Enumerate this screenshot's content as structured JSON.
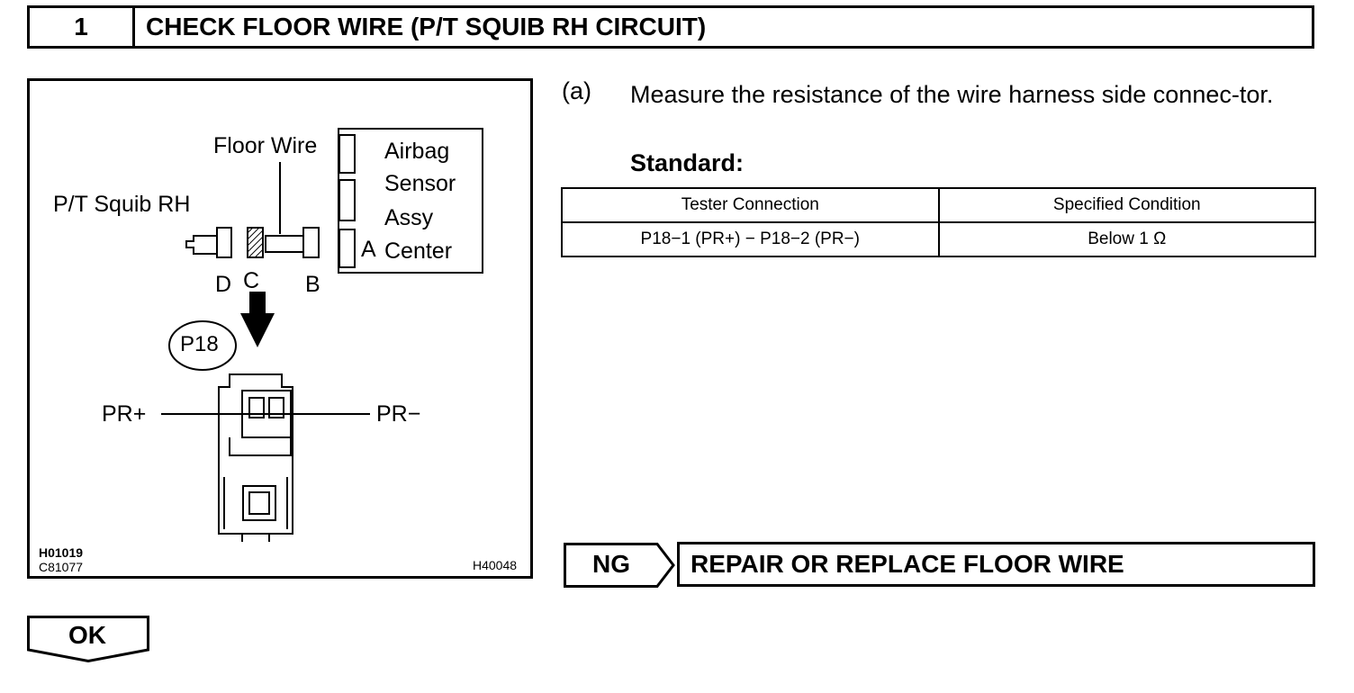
{
  "header": {
    "step_number": "1",
    "title": "CHECK FLOOR WIRE (P/T SQUIB RH CIRCUIT)"
  },
  "figure": {
    "labels": {
      "floor_wire": "Floor Wire",
      "pt_squib": "P/T Squib RH",
      "airbag_1": "Airbag",
      "airbag_2": "Sensor",
      "airbag_3": "Assy",
      "airbag_4": "Center",
      "conn_a": "A",
      "conn_b": "B",
      "conn_c": "C",
      "conn_d": "D",
      "connector_id": "P18",
      "pr_plus": "PR+",
      "pr_minus": "PR−"
    },
    "codes": {
      "code1": "H01019",
      "code2": "C81077",
      "code3": "H40048"
    }
  },
  "instruction": {
    "marker": "(a)",
    "text": "Measure the resistance of the wire harness side connec-tor.",
    "standard_label": "Standard:"
  },
  "spec_table": {
    "headers": [
      "Tester Connection",
      "Specified Condition"
    ],
    "rows": [
      [
        "P18−1 (PR+) − P18−2 (PR−)",
        "Below 1 Ω"
      ]
    ]
  },
  "ng": {
    "label": "NG",
    "action": "REPAIR OR REPLACE FLOOR WIRE"
  },
  "ok": {
    "label": "OK"
  }
}
